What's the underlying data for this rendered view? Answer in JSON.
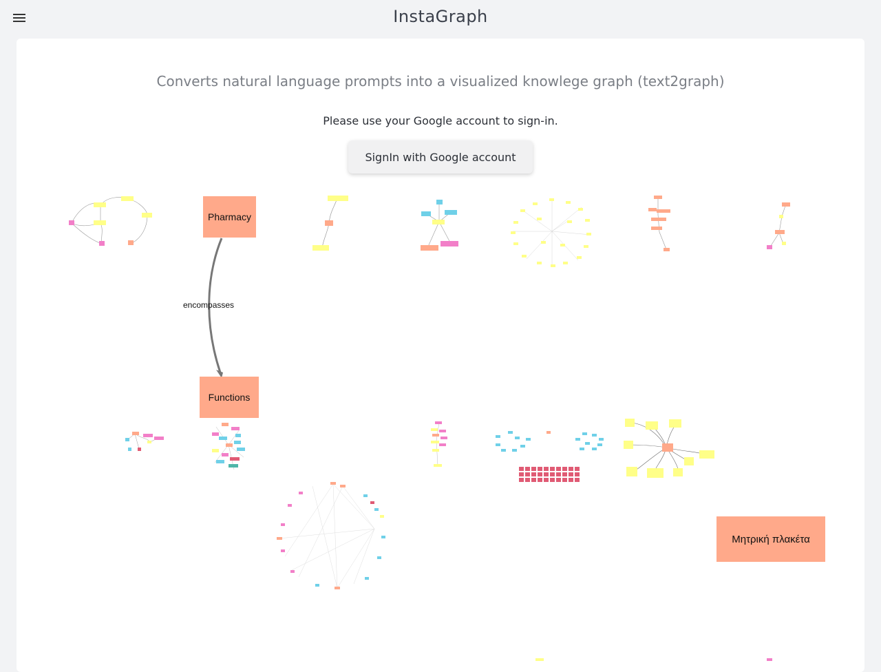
{
  "header": {
    "title": "InstaGraph",
    "menu_icon": "hamburger-menu-icon"
  },
  "main": {
    "subtitle": "Converts natural language prompts into a visualized knowlege graph (text2graph)",
    "signin_prompt": "Please use your Google account to sign-in.",
    "signin_button": "SignIn with Google account"
  },
  "gallery": {
    "featured_graph": {
      "source_node": "Pharmacy",
      "edge_label": "encompasses",
      "target_node": "Functions"
    },
    "large_node": "Μητρική πλακέτα"
  },
  "colors": {
    "node_orange": "#ffa98a",
    "node_yellow": "#ffff88",
    "node_pink": "#f27fc8",
    "node_blue": "#6fd0e8",
    "node_red": "#e05b74",
    "page_bg": "#f2f3f5",
    "card_bg": "#ffffff"
  }
}
